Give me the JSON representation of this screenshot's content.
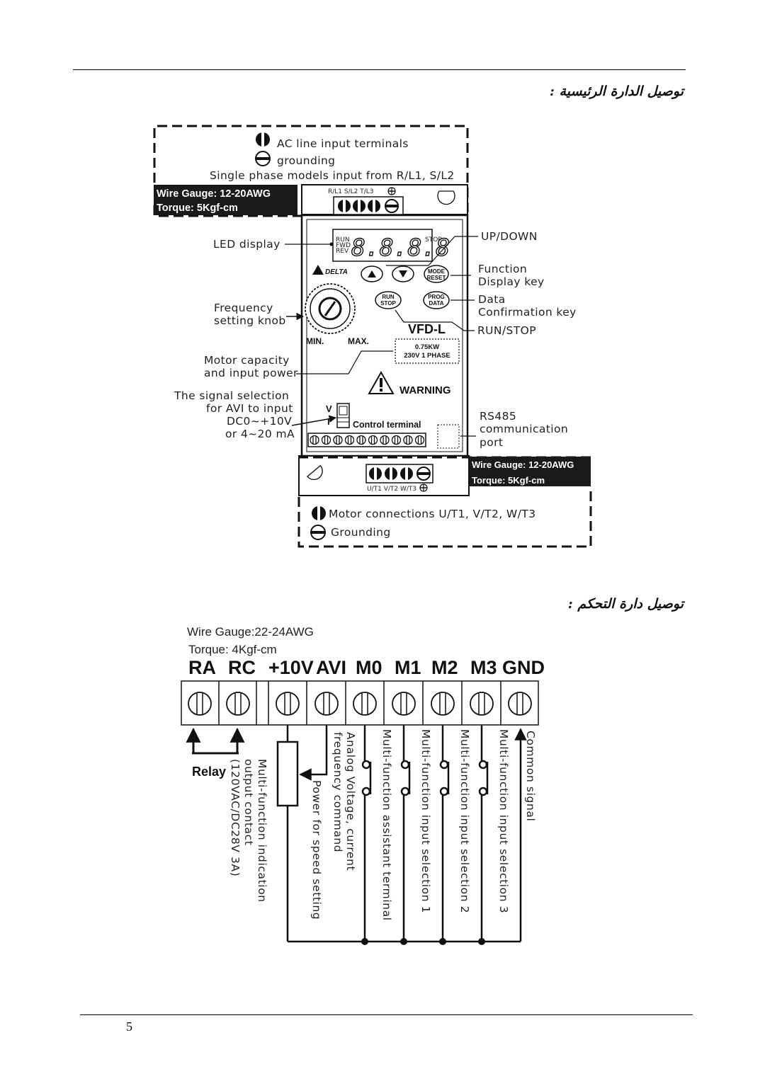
{
  "headings": {
    "power_wiring": "توصيل الدارة الرئيسية :",
    "control_wiring": "توصيل دارة التحكم :"
  },
  "page_number": "5",
  "top_diagram": {
    "input_labels": {
      "ac_line": "AC line input terminals",
      "grounding": "grounding",
      "single_phase": "Single phase models input from R/L1, S/L2"
    },
    "input_gauge": {
      "gauge": "Wire Gauge: 12-20AWG",
      "torque": "Torque: 5Kgf-cm"
    },
    "input_terminal_marks": "R/L1 S/L2 T/L3",
    "callouts": {
      "led_display": "LED display",
      "frequency_knob": [
        "Frequency",
        "setting knob"
      ],
      "motor_capacity": [
        "Motor capacity",
        "and input power"
      ],
      "signal_selection": [
        "The signal selection",
        "for AVI to input",
        "DC0~+10V",
        "or 4~20 mA"
      ],
      "up_down": "UP/DOWN",
      "function_key": [
        "Function",
        "Display key"
      ],
      "data_key": [
        "Data",
        "Confirmation key"
      ],
      "run_stop": "RUN/STOP",
      "rs485": [
        "RS485",
        "communication",
        "port"
      ]
    },
    "panel": {
      "led_digits": "8.8.8.8",
      "led_left": [
        "RUN",
        "FWD",
        "REV"
      ],
      "led_right": "STOP",
      "brand": "DELTA",
      "mode_key": [
        "MODE",
        "RESET"
      ],
      "run_key": [
        "RUN",
        "STOP"
      ],
      "prog_key": [
        "PROG",
        "DATA"
      ],
      "model": "VFD-L",
      "knob_min": "MIN.",
      "knob_max": "MAX.",
      "rating": [
        "0.75KW",
        "230V 1 PHASE"
      ],
      "warning": "WARNING",
      "switch_v": "V",
      "switch_i": "I",
      "control_terminal": "Control terminal"
    },
    "output_gauge": {
      "gauge": "Wire Gauge: 12-20AWG",
      "torque": "Torque: 5Kgf-cm"
    },
    "output_terminal_marks": "U/T1  V/T2  W/T3",
    "output_labels": {
      "motor": "Motor connections U/T1, V/T2, W/T3",
      "grounding": "Grounding"
    }
  },
  "bottom_diagram": {
    "wire_gauge": "Wire Gauge:22-24AWG",
    "torque": "Torque: 4Kgf-cm",
    "terminals": [
      "RA",
      "RC",
      "+10V",
      "AVI",
      "M0",
      "M1",
      "M2",
      "M3",
      "GND"
    ],
    "relay": "Relay",
    "descriptions": [
      [
        "Multi-function indication",
        "output contact",
        "(120VAC/DC28V 3A)"
      ],
      [
        "Power for speed setting"
      ],
      [
        "Analog Voltage, current",
        "frequency command"
      ],
      [
        "Multi-function assistant terminal"
      ],
      [
        "Multi-function input selection 1"
      ],
      [
        "Multi-function input selection 2"
      ],
      [
        "Multi-function input selection 3"
      ],
      [
        "Common signal"
      ]
    ]
  }
}
